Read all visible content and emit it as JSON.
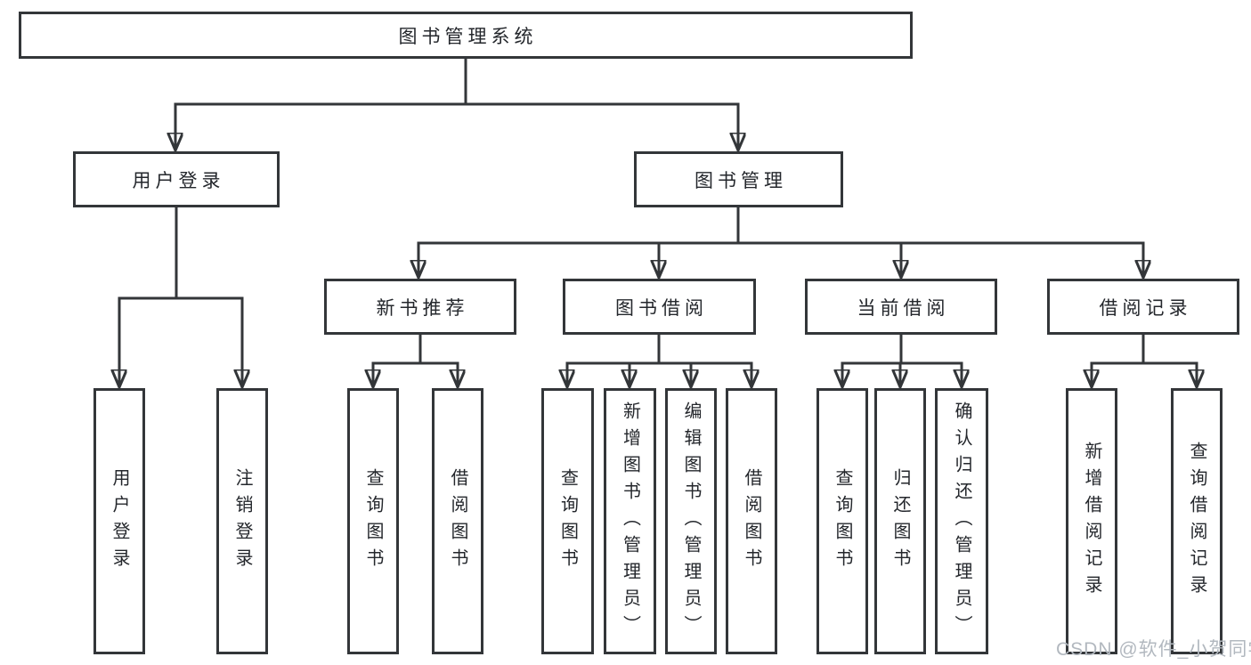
{
  "tree": {
    "root": "图书管理系统",
    "user_login": "用户登录",
    "book_management": "图书管理",
    "user_login_children": [
      "用户登录",
      "注销登录"
    ],
    "modules": [
      "新书推荐",
      "图书借阅",
      "当前借阅",
      "借阅记录"
    ],
    "new_book_children": [
      "查询图书",
      "借阅图书"
    ],
    "book_borrow_children": [
      "查询图书",
      "新增图书（管理员）",
      "编辑图书（管理员）",
      "借阅图书"
    ],
    "current_borrow_children": [
      "查询图书",
      "归还图书",
      "确认归还（管理员）"
    ],
    "borrow_record_children": [
      "新增借阅记录",
      "查询借阅记录"
    ]
  },
  "watermark": "CSDN @软件_小贺同学",
  "colors": {
    "line": "#333639",
    "text": "#24272c",
    "watermark": "#b2b8bf",
    "background": "#ffffff"
  }
}
